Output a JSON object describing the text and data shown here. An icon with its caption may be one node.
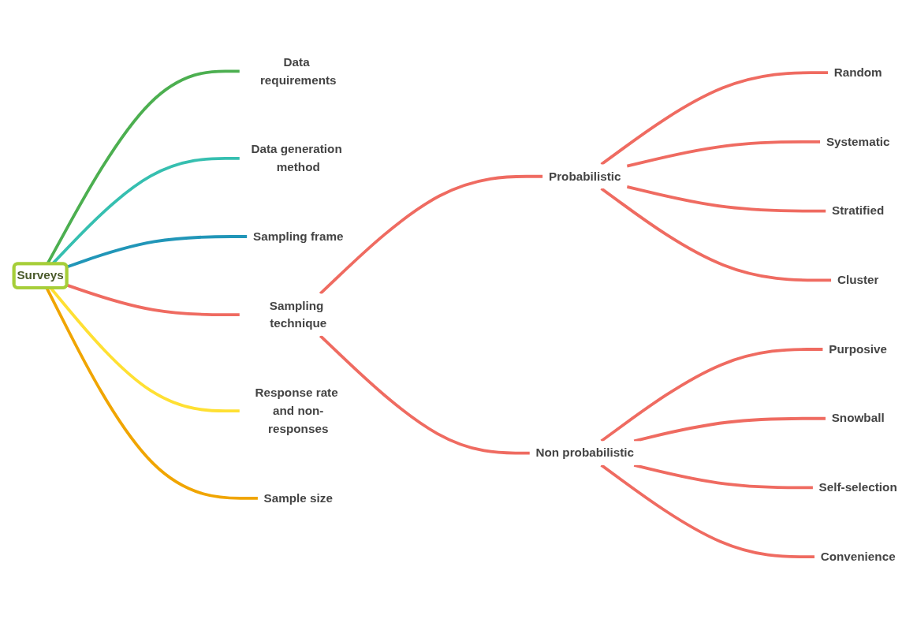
{
  "diagram": {
    "nodes": [
      {
        "text": [
          "Surveys"
        ]
      },
      {
        "text": [
          "Data requirements"
        ]
      },
      {
        "text": [
          "Data generation method"
        ]
      },
      {
        "text": [
          "Sampling frame"
        ]
      },
      {
        "text": [
          "Sampling technique"
        ]
      },
      {
        "text": [
          "Probabilistic"
        ]
      },
      {
        "text": [
          "Random"
        ]
      },
      {
        "text": [
          "Systematic"
        ]
      },
      {
        "text": [
          "Stratified"
        ]
      },
      {
        "text": [
          "Cluster"
        ]
      },
      {
        "text": [
          "Non probabilistic"
        ]
      },
      {
        "text": [
          "Purposive"
        ]
      },
      {
        "text": [
          "Snowball"
        ]
      },
      {
        "text": [
          "Self-selection"
        ]
      },
      {
        "text": [
          "Convenience"
        ]
      },
      {
        "text": [
          "Response rate and non-responses"
        ]
      },
      {
        "text": [
          "Sample size"
        ]
      }
    ],
    "edges": [
      {
        "from": 0,
        "to": 1,
        "arrow": "none",
        "color": "#4caf50"
      },
      {
        "from": 0,
        "to": 2,
        "arrow": "none",
        "color": "#36bfb0"
      },
      {
        "from": 0,
        "to": 3,
        "arrow": "none",
        "color": "#2196b8"
      },
      {
        "from": 0,
        "to": 4,
        "arrow": "none"
      },
      {
        "from": 4,
        "to": 5,
        "arrow": "none"
      },
      {
        "from": 5,
        "to": 6,
        "arrow": "none"
      },
      {
        "from": 5,
        "to": 7,
        "arrow": "none"
      },
      {
        "from": 5,
        "to": 8,
        "arrow": "none"
      },
      {
        "from": 5,
        "to": 9,
        "arrow": "none"
      },
      {
        "from": 4,
        "to": 10,
        "arrow": "none"
      },
      {
        "from": 10,
        "to": 11,
        "arrow": "none"
      },
      {
        "from": 10,
        "to": 12,
        "arrow": "none"
      },
      {
        "from": 10,
        "to": 13,
        "arrow": "none"
      },
      {
        "from": 10,
        "to": 14,
        "arrow": "none"
      },
      {
        "from": 0,
        "to": 15,
        "arrow": "none",
        "color": "#ffe033"
      },
      {
        "from": 0,
        "to": 16,
        "arrow": "none",
        "color": "#f0a500"
      }
    ]
  }
}
